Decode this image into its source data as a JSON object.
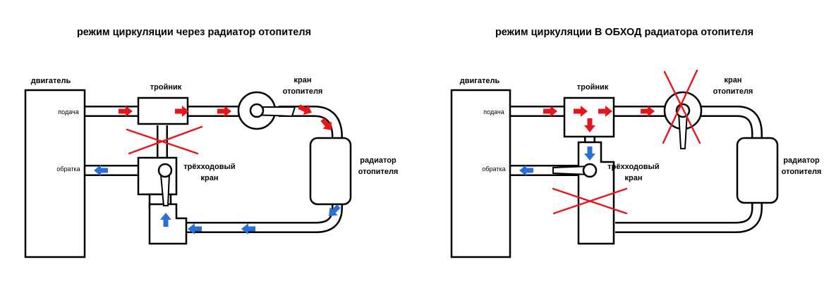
{
  "colors": {
    "supply_arrow": "#e8141b",
    "return_arrow": "#2a6fd6",
    "blocked_cross": "#e8141b"
  },
  "left": {
    "title": "режим циркуляции через радиатор отопителя",
    "engine_label": "двигатель",
    "supply_label": "подача",
    "return_label": "обратка",
    "tee_label": "тройник",
    "heater_valve_label_1": "кран",
    "heater_valve_label_2": "отопителя",
    "three_way_label_1": "трёхходовый",
    "three_way_label_2": "кран",
    "radiator_label_1": "радиатор",
    "radiator_label_2": "отопителя"
  },
  "right": {
    "title": "режим циркуляции В ОБХОД радиатора отопителя",
    "engine_label": "двигатель",
    "supply_label": "подача",
    "return_label": "обратка",
    "tee_label": "тройник",
    "heater_valve_label_1": "кран",
    "heater_valve_label_2": "отопителя",
    "three_way_label_1": "трёхходовый",
    "three_way_label_2": "кран",
    "radiator_label_1": "радиатор",
    "radiator_label_2": "отопителя"
  }
}
